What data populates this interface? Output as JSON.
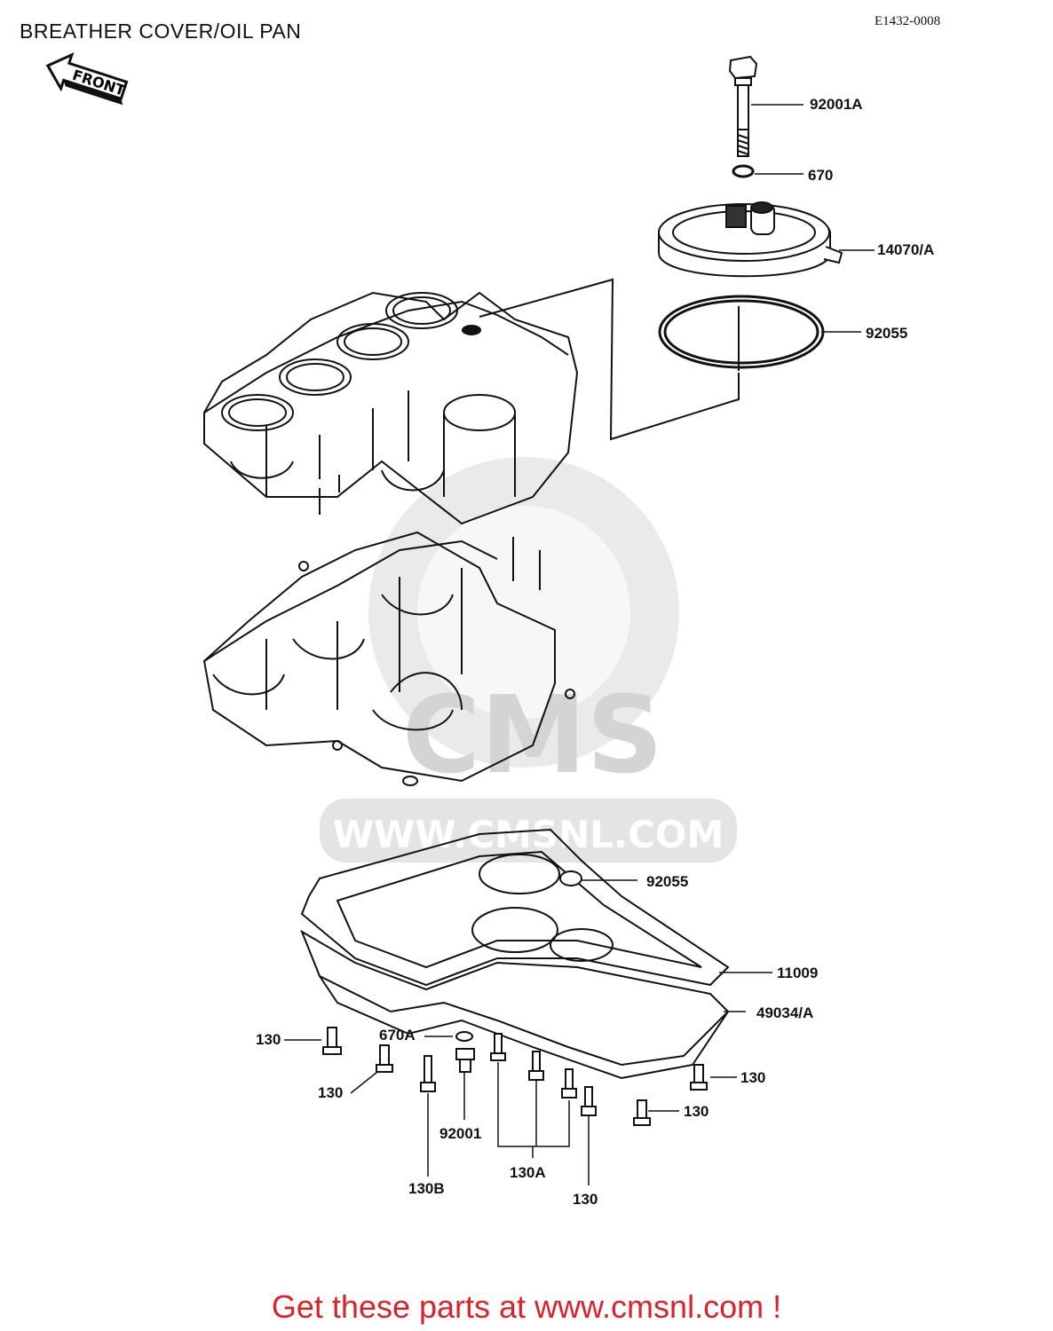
{
  "header": {
    "title": "BREATHER COVER/OIL PAN",
    "diagram_code": "E1432-0008"
  },
  "front_arrow": {
    "label": "FRONT"
  },
  "watermark": {
    "brand": "CMS",
    "url": "WWW.CMSNL.COM"
  },
  "parts": {
    "p92001A": "92001A",
    "p670": "670",
    "p14070A": "14070/A",
    "p92055_top": "92055",
    "p92055_mid": "92055",
    "p11009": "11009",
    "p49034A": "49034/A",
    "p130_a": "130",
    "p130_b": "130",
    "p670A": "670A",
    "p130_c": "130",
    "p130_d": "130",
    "p92001": "92001",
    "p130B": "130B",
    "p130A": "130A",
    "p130_e": "130"
  },
  "footer": {
    "text": "Get these parts at www.cmsnl.com !"
  }
}
